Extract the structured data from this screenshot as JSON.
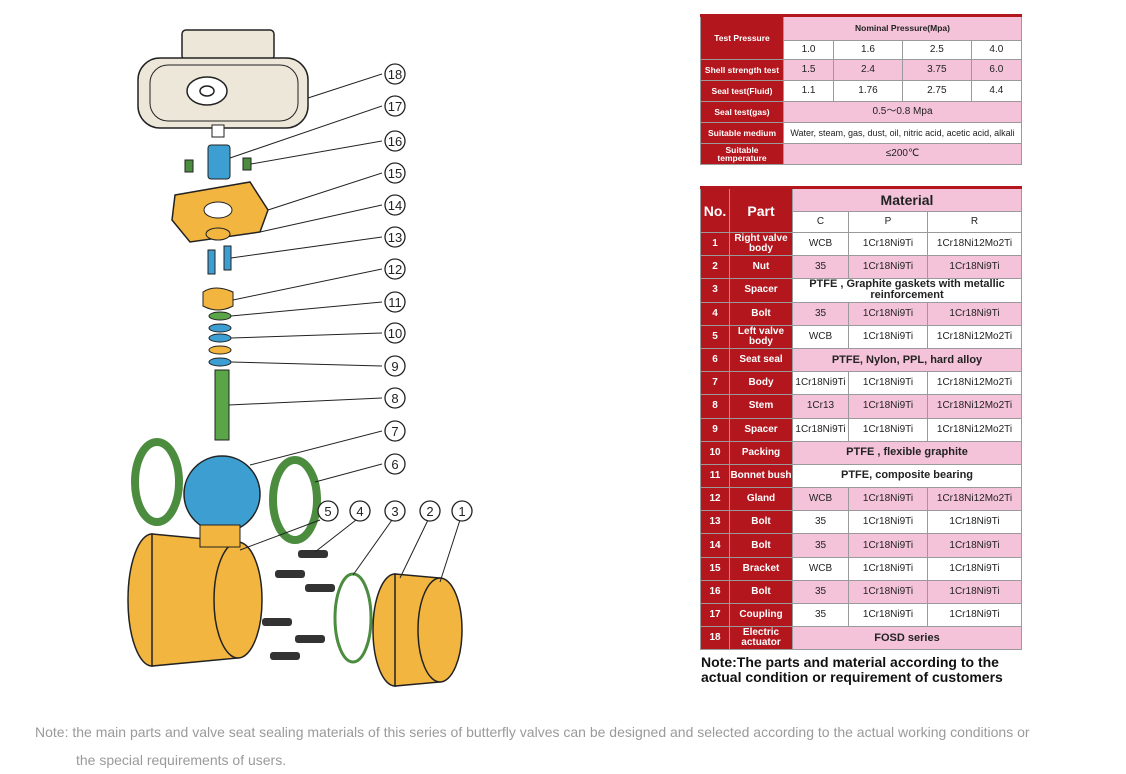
{
  "spec": {
    "rows": [
      {
        "label": "Test Pressure",
        "header": "Nominal Pressure(Mpa)",
        "values": [
          "1.0",
          "1.6",
          "2.5",
          "4.0"
        ]
      },
      {
        "label": "Shell strength test",
        "values": [
          "1.5",
          "2.4",
          "3.75",
          "6.0"
        ]
      },
      {
        "label": "Seal test(Fluid)",
        "values": [
          "1.1",
          "1.76",
          "2.75",
          "4.4"
        ]
      },
      {
        "label": "Seal test(gas)",
        "value": "0.5～0.8 Mpa"
      },
      {
        "label": "Suitable medium",
        "value": "Water, steam, gas, dust, oil, nitric acid, acetic acid, alkali"
      },
      {
        "label": "Suitable temperature",
        "value": "≤200℃"
      }
    ]
  },
  "material": {
    "no_header": "No.",
    "part_header": "Part",
    "material_header": "Material",
    "sub_headers": [
      "C",
      "P",
      "R"
    ],
    "rows": [
      {
        "no": "1",
        "part": "Right valve body",
        "c": "WCB",
        "p": "1Cr18Ni9Ti",
        "r": "1Cr18Ni12Mo2Ti"
      },
      {
        "no": "2",
        "part": "Nut",
        "c": "35",
        "p": "1Cr18Ni9Ti",
        "r": "1Cr18Ni9Ti"
      },
      {
        "no": "3",
        "part": "Spacer",
        "span": "PTFE , Graphite gaskets with metallic reinforcement"
      },
      {
        "no": "4",
        "part": "Bolt",
        "c": "35",
        "p": "1Cr18Ni9Ti",
        "r": "1Cr18Ni9Ti"
      },
      {
        "no": "5",
        "part": "Left valve body",
        "c": "WCB",
        "p": "1Cr18Ni9Ti",
        "r": "1Cr18Ni12Mo2Ti"
      },
      {
        "no": "6",
        "part": "Seat seal",
        "span": "PTFE, Nylon, PPL, hard alloy"
      },
      {
        "no": "7",
        "part": "Body",
        "c": "1Cr18Ni9Ti",
        "p": "1Cr18Ni9Ti",
        "r": "1Cr18Ni12Mo2Ti"
      },
      {
        "no": "8",
        "part": "Stem",
        "c": "1Cr13",
        "p": "1Cr18Ni9Ti",
        "r": "1Cr18Ni12Mo2Ti"
      },
      {
        "no": "9",
        "part": "Spacer",
        "c": "1Cr18Ni9Ti",
        "p": "1Cr18Ni9Ti",
        "r": "1Cr18Ni12Mo2Ti"
      },
      {
        "no": "10",
        "part": "Packing",
        "span": "PTFE , flexible graphite"
      },
      {
        "no": "11",
        "part": "Bonnet bush",
        "span": "PTFE, composite bearing"
      },
      {
        "no": "12",
        "part": "Gland",
        "c": "WCB",
        "p": "1Cr18Ni9Ti",
        "r": "1Cr18Ni12Mo2Ti"
      },
      {
        "no": "13",
        "part": "Bolt",
        "c": "35",
        "p": "1Cr18Ni9Ti",
        "r": "1Cr18Ni9Ti"
      },
      {
        "no": "14",
        "part": "Bolt",
        "c": "35",
        "p": "1Cr18Ni9Ti",
        "r": "1Cr18Ni9Ti"
      },
      {
        "no": "15",
        "part": "Bracket",
        "c": "WCB",
        "p": "1Cr18Ni9Ti",
        "r": "1Cr18Ni9Ti"
      },
      {
        "no": "16",
        "part": "Bolt",
        "c": "35",
        "p": "1Cr18Ni9Ti",
        "r": "1Cr18Ni9Ti"
      },
      {
        "no": "17",
        "part": "Coupling",
        "c": "35",
        "p": "1Cr18Ni9Ti",
        "r": "1Cr18Ni9Ti"
      },
      {
        "no": "18",
        "part": "Electric actuator",
        "span": "FOSD series"
      }
    ]
  },
  "note_right": "Note:The parts and material according to the actual condition or requirement of customers",
  "note_bottom_line1": "Note: the main parts and valve seat sealing materials of this series of butterfly valves can be designed and selected according to the actual working conditions or",
  "note_bottom_line2": "the special requirements of users.",
  "diagram": {
    "callouts": [
      "18",
      "17",
      "16",
      "15",
      "14",
      "13",
      "12",
      "11",
      "10",
      "9",
      "8",
      "7",
      "6",
      "5",
      "4",
      "3",
      "2",
      "1"
    ],
    "colors": {
      "body": "#f2b640",
      "ball": "#3d9fd1",
      "seal": "#4b8c3f",
      "stem": "#5aa548",
      "actuator": "#ece7d8",
      "line": "#222222"
    }
  }
}
